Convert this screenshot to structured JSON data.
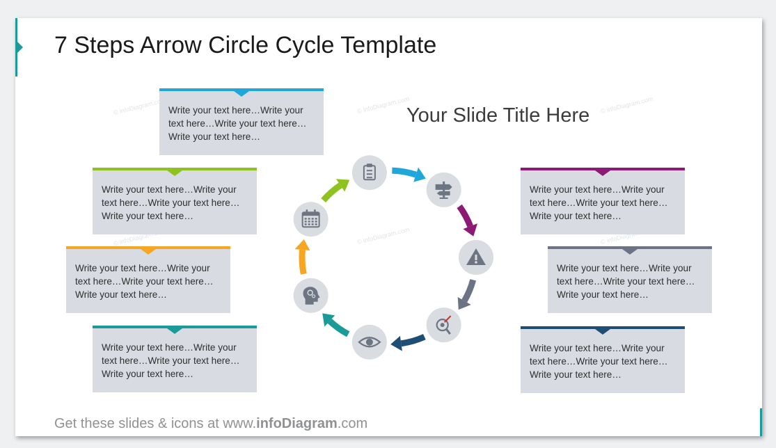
{
  "title": "7 Steps Arrow Circle Cycle Template",
  "subtitle": "Your Slide Title Here",
  "watermark": "© infoDiagram.com",
  "footer": {
    "prefix": "Get these slides & icons at www.",
    "brand": "infoDiagram",
    "suffix": ".com"
  },
  "steps": [
    {
      "icon": "clipboard-icon",
      "color": "#1fa7d9"
    },
    {
      "icon": "signpost-icon",
      "color": "#8c1a74"
    },
    {
      "icon": "warning-icon",
      "color": "#6b7384"
    },
    {
      "icon": "target-magnifier-icon",
      "color": "#1f4e75"
    },
    {
      "icon": "eye-icon",
      "color": "#1a9a98"
    },
    {
      "icon": "head-gears-icon",
      "color": "#f6a623"
    },
    {
      "icon": "calendar-icon",
      "color": "#8dc21f"
    }
  ],
  "boxes": [
    {
      "text": "Write your text here…Write your text here…Write your text here…Write your text here…",
      "color": "#1fa7d9"
    },
    {
      "text": "Write your text here…Write your text here…Write your text here…Write your text here…",
      "color": "#8dc21f"
    },
    {
      "text": "Write your text here…Write your text here…Write your text here…Write your text here…",
      "color": "#f6a623"
    },
    {
      "text": "Write your text here…Write your text here…Write your text here…Write your text here…",
      "color": "#1a9a98"
    },
    {
      "text": "Write your text here…Write your text here…Write your text here…Write your text here…",
      "color": "#8c1a74"
    },
    {
      "text": "Write your text here…Write your text here…Write your text here…Write your text here…",
      "color": "#6b7384"
    },
    {
      "text": "Write your text here…Write your text here…Write your text here…Write your text here…",
      "color": "#1f4e75"
    }
  ]
}
